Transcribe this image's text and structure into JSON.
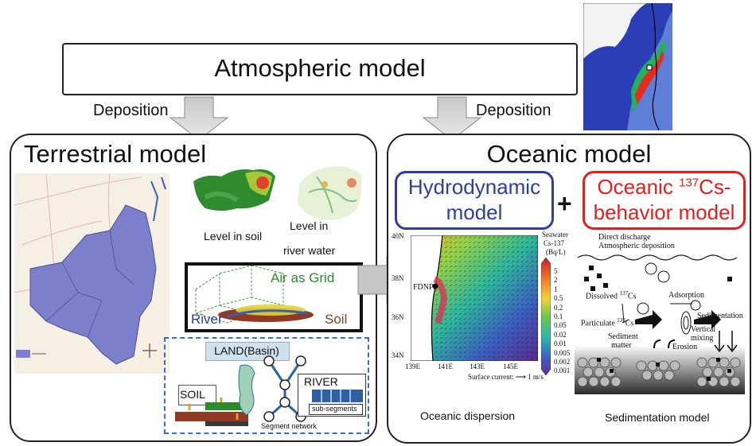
{
  "atmospheric": {
    "title": "Atmospheric model",
    "deposition_left": "Deposition",
    "deposition_right": "Deposition"
  },
  "terrestrial": {
    "title": "Terrestrial model",
    "level_in_soil": "Level in soil",
    "level_in_river_1": "Level in",
    "level_in_river_2": "river water",
    "air_grid": "Air as Grid",
    "river": "River",
    "soil": "Soil",
    "land_basin": "LAND(Basin)",
    "soil_box": "SOIL",
    "river_box": "RIVER",
    "sub_segments": "sub-segments",
    "segment_network": "Segment network"
  },
  "oceanic": {
    "title": "Oceanic model",
    "hydro_1": "Hydrodynamic",
    "hydro_2": "model",
    "plus": "+",
    "behavior_1_pre": "Oceanic ",
    "behavior_1_sup": "137",
    "behavior_1_post": "Cs-",
    "behavior_2": "behavior model",
    "dispersion_caption": "Oceanic dispersion",
    "sedimentation_caption": "Sedimentation model",
    "map": {
      "lat_labels": [
        "40N",
        "38N",
        "36N",
        "34N"
      ],
      "lon_labels": [
        "139E",
        "141E",
        "143E",
        "145E"
      ],
      "fdnpp": "FDNPP",
      "current_label": "Surface current:",
      "current_unit": "1 m/s",
      "colorbar_title_1": "Seawater",
      "colorbar_title_2": "Cs-137",
      "colorbar_title_3": "(Bq/L)",
      "colorbar_ticks": [
        "5",
        "2",
        "1",
        "0.5",
        "0.2",
        "0.1",
        "0.05",
        "0.02",
        "0.01",
        "0.005",
        "0.002",
        "0.001"
      ]
    },
    "sed": {
      "direct_discharge": "Direct discharge",
      "atm_deposition": "Atmospheric deposition",
      "dissolved": "Dissolved ",
      "dissolved_sup": "137",
      "dissolved_post": "Cs",
      "adsorption": "Adsorption",
      "particulate": "Particulate ",
      "particulate_sup": "137",
      "particulate_post": "Cs",
      "vertical_1": "Vertical",
      "vertical_2": "mixing",
      "sedimentation": "Sedimentation",
      "sediment_1": "Sediment",
      "sediment_2": "matter",
      "erosion": "Erosion"
    }
  },
  "colors": {
    "hydro_border": "#2e3f9a",
    "behavior_border": "#e02020",
    "basin_border": "#3a6fc0",
    "prefecture_fill": "#7b7fcc"
  }
}
